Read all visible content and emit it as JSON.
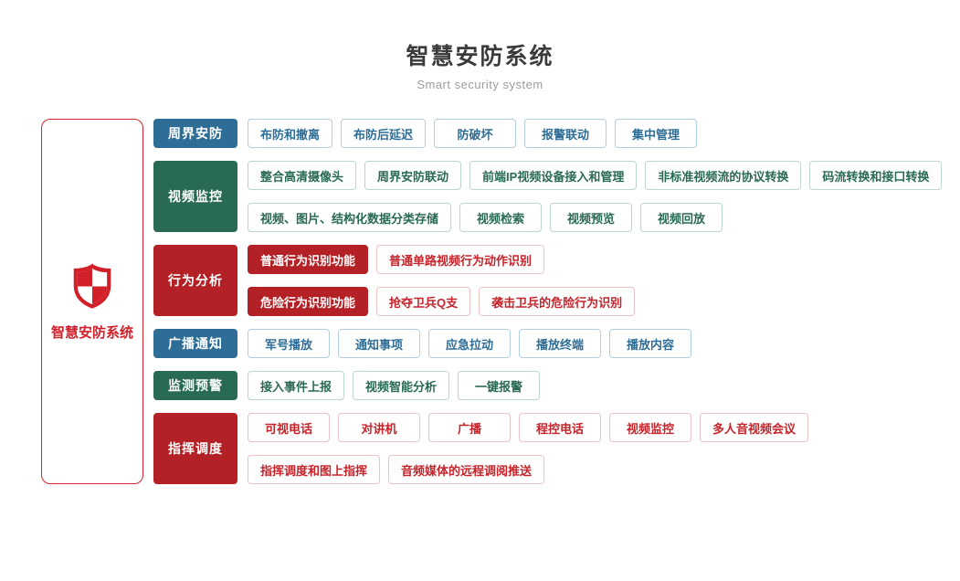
{
  "page": {
    "title": "智慧安防系统",
    "subtitle": "Smart security system"
  },
  "root": {
    "label": "智慧安防系统",
    "icon": "shield-icon"
  },
  "colors": {
    "blue": "#2e6e96",
    "green": "#296a53",
    "red": "#b32025",
    "red_accent": "#d2202a",
    "title_text": "#3b3b3b",
    "subtitle_text": "#9c9c9c"
  },
  "rows": [
    {
      "category": "周界安防",
      "theme": "blue",
      "lines": [
        [
          {
            "label": "布防和撤离",
            "filled": false
          },
          {
            "label": "布防后延迟",
            "filled": false
          },
          {
            "label": "防破坏",
            "filled": false
          },
          {
            "label": "报警联动",
            "filled": false
          },
          {
            "label": "集中管理",
            "filled": false
          }
        ]
      ]
    },
    {
      "category": "视频监控",
      "theme": "green",
      "lines": [
        [
          {
            "label": "整合高清摄像头",
            "filled": false
          },
          {
            "label": "周界安防联动",
            "filled": false
          },
          {
            "label": "前端IP视频设备接入和管理",
            "filled": false
          },
          {
            "label": "非标准视频流的协议转换",
            "filled": false
          },
          {
            "label": "码流转换和接口转换",
            "filled": false
          }
        ],
        [
          {
            "label": "视频、图片、结构化数据分类存储",
            "filled": false
          },
          {
            "label": "视频检索",
            "filled": false
          },
          {
            "label": "视频预览",
            "filled": false
          },
          {
            "label": "视频回放",
            "filled": false
          }
        ]
      ]
    },
    {
      "category": "行为分析",
      "theme": "red",
      "lines": [
        [
          {
            "label": "普通行为识别功能",
            "filled": true
          },
          {
            "label": "普通单路视频行为动作识别",
            "filled": false
          }
        ],
        [
          {
            "label": "危险行为识别功能",
            "filled": true
          },
          {
            "label": "抢夺卫兵Q支",
            "filled": false
          },
          {
            "label": "袭击卫兵的危险行为识别",
            "filled": false
          }
        ]
      ]
    },
    {
      "category": "广播通知",
      "theme": "blue",
      "lines": [
        [
          {
            "label": "军号播放",
            "filled": false
          },
          {
            "label": "通知事项",
            "filled": false
          },
          {
            "label": "应急拉动",
            "filled": false
          },
          {
            "label": "播放终端",
            "filled": false
          },
          {
            "label": "播放内容",
            "filled": false
          }
        ]
      ]
    },
    {
      "category": "监测预警",
      "theme": "green",
      "lines": [
        [
          {
            "label": "接入事件上报",
            "filled": false
          },
          {
            "label": "视频智能分析",
            "filled": false
          },
          {
            "label": "一键报警",
            "filled": false
          }
        ]
      ]
    },
    {
      "category": "指挥调度",
      "theme": "red",
      "lines": [
        [
          {
            "label": "可视电话",
            "filled": false
          },
          {
            "label": "对讲机",
            "filled": false
          },
          {
            "label": "广播",
            "filled": false
          },
          {
            "label": "程控电话",
            "filled": false
          },
          {
            "label": "视频监控",
            "filled": false
          },
          {
            "label": "多人音视频会议",
            "filled": false
          }
        ],
        [
          {
            "label": "指挥调度和图上指挥",
            "filled": false
          },
          {
            "label": "音频媒体的远程调阅推送",
            "filled": false
          }
        ]
      ]
    }
  ]
}
